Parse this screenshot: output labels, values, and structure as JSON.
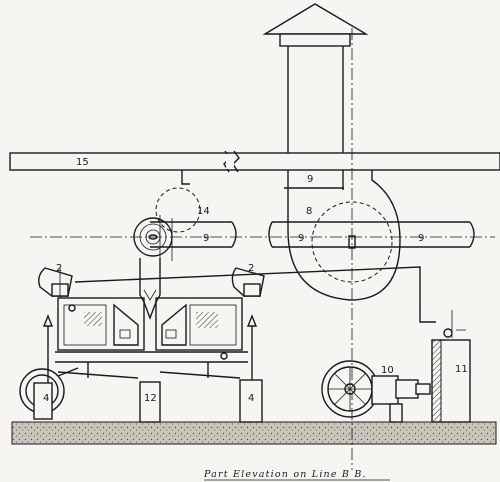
{
  "caption": "Part Elevation on Line B B.",
  "labels": {
    "beam": "15",
    "hood": "9",
    "riser": "8",
    "elbow": "14",
    "duct_left": "9",
    "duct_mid": "9",
    "duct_right": "9",
    "hopper_left": "2",
    "hopper_right": "2",
    "pulley_left": "4",
    "pedestal": "12",
    "post_right": "4",
    "motor": "10",
    "cabinet": "11"
  }
}
